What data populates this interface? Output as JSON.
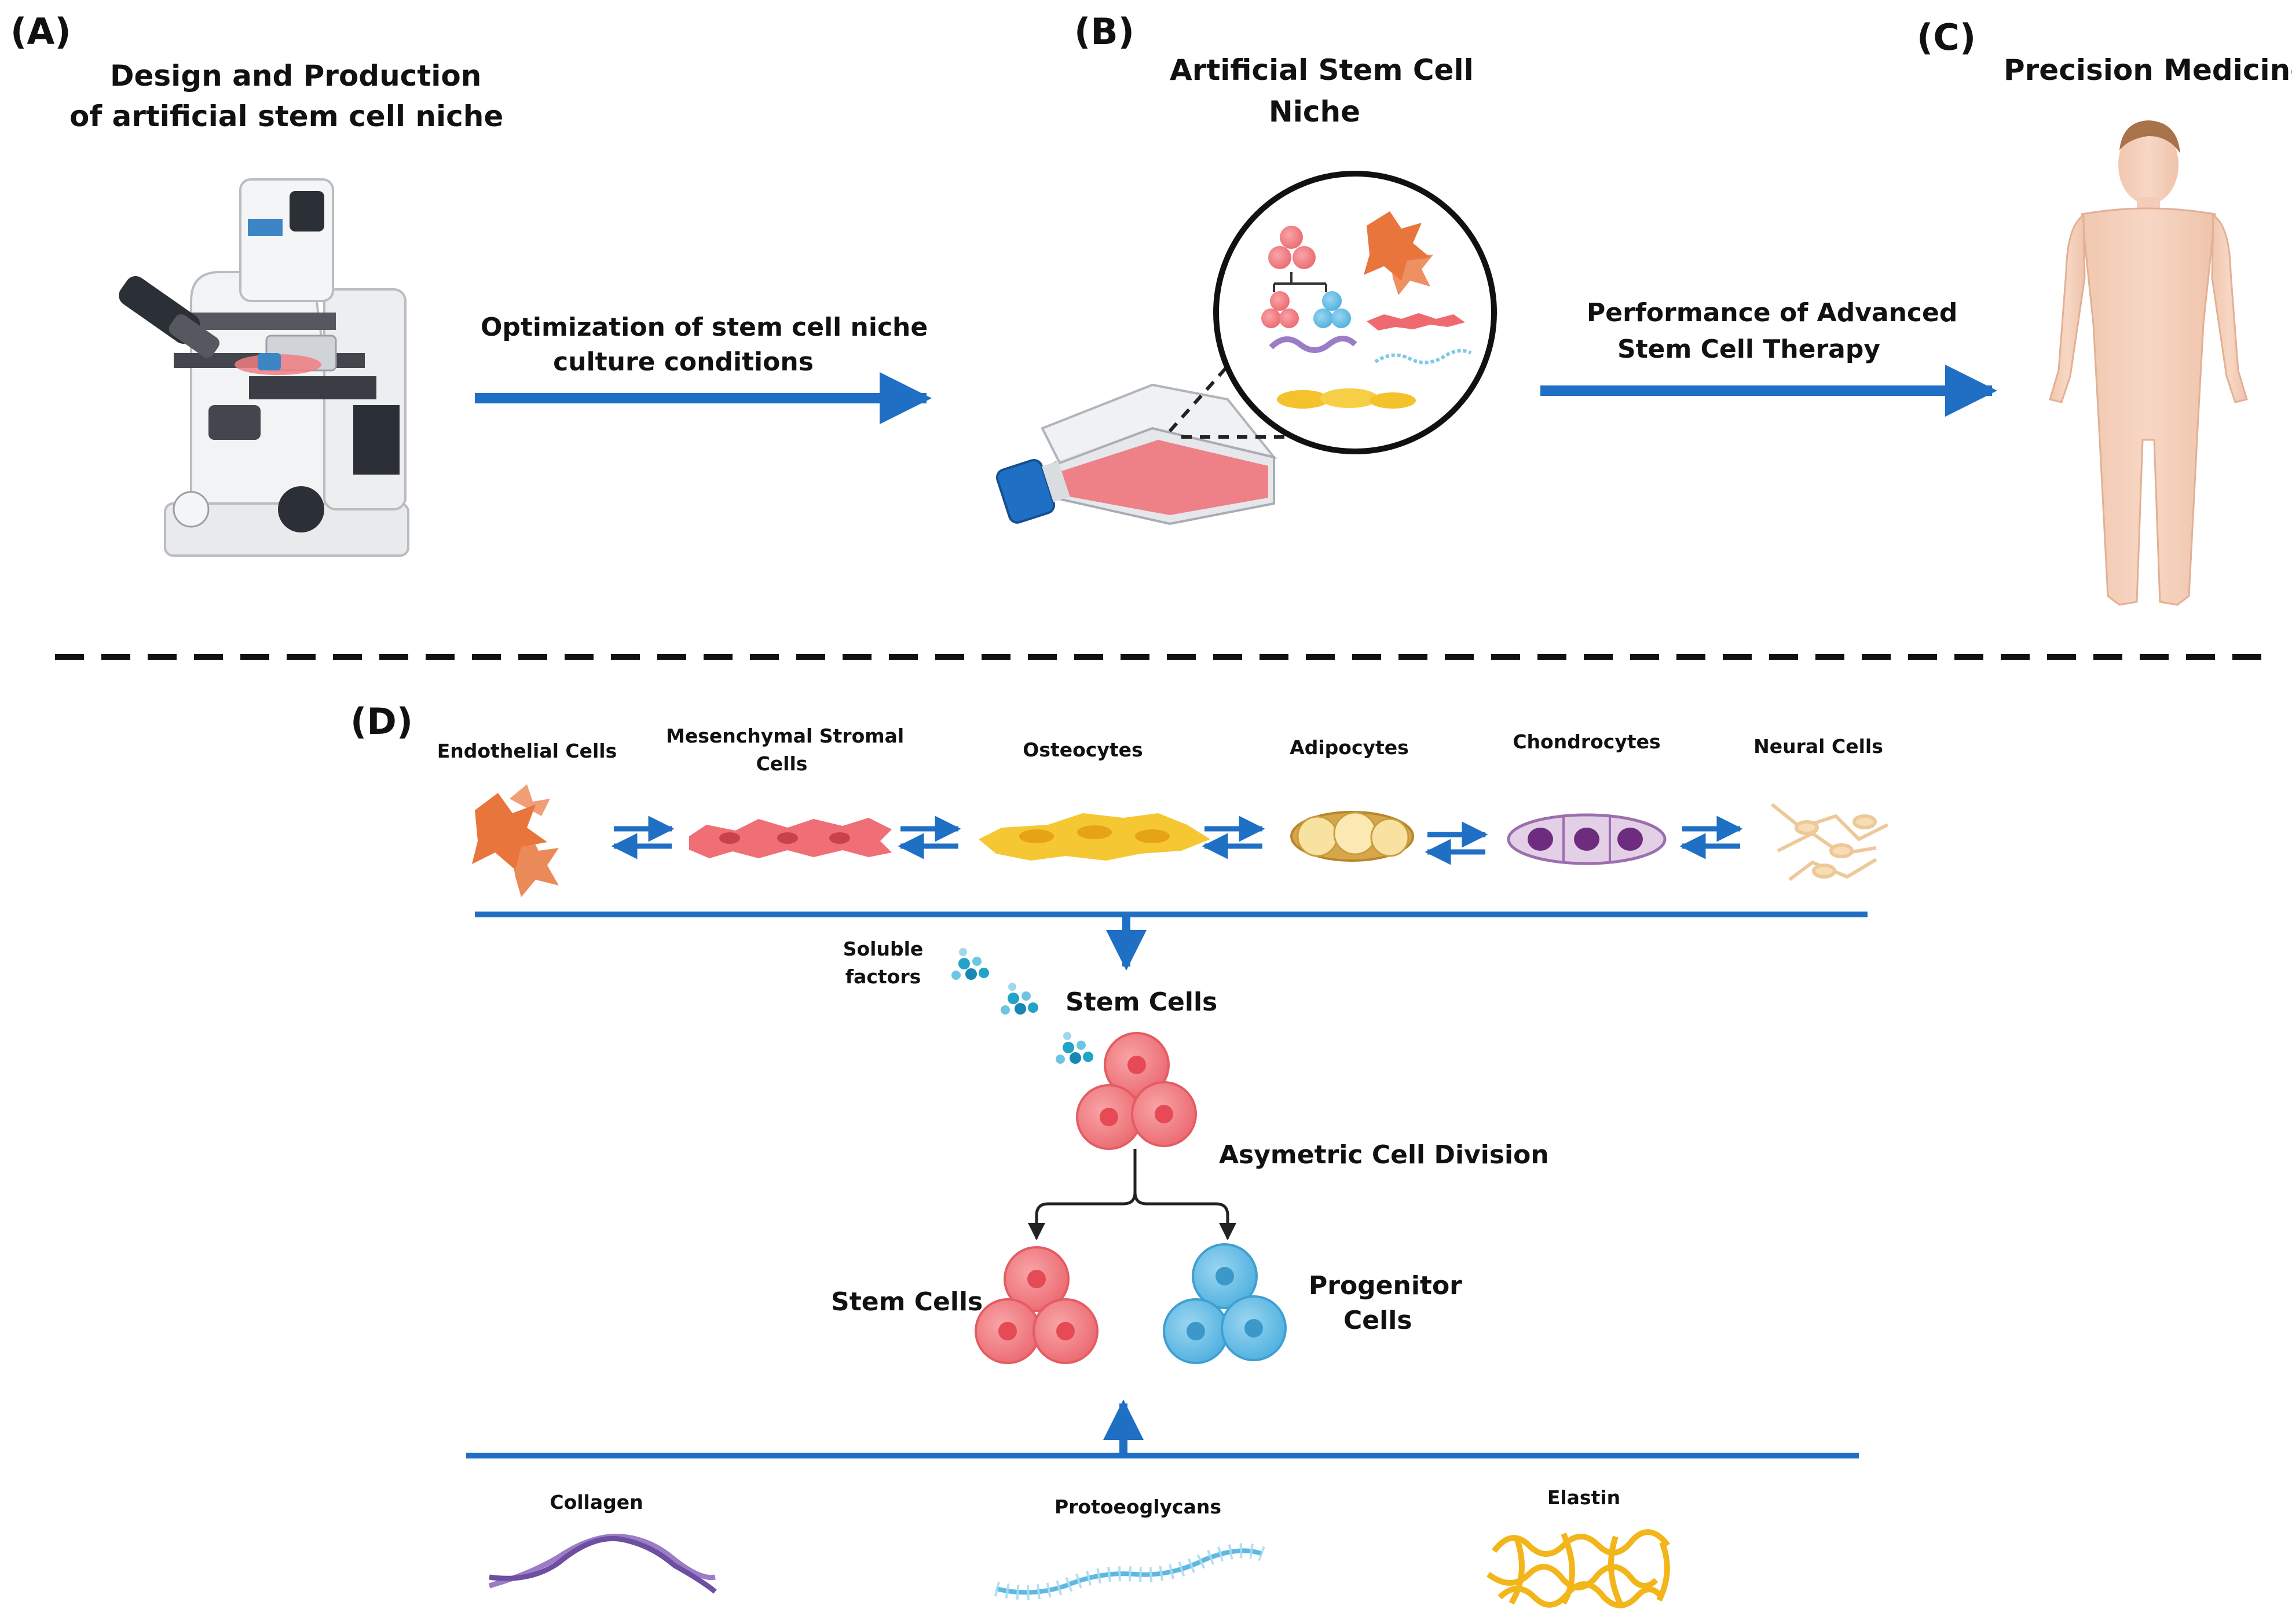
{
  "top": {
    "panel_a": "(A)",
    "panel_b": "(B)",
    "panel_c": "(C)",
    "title_a_line1": "Design and Production",
    "title_a_line2": "of  artificial stem cell niche",
    "title_b_line1": "Artificial  Stem Cell",
    "title_b_line2": "Niche",
    "title_c": "Precision Medicine",
    "arrow1_line1": "Optimization of stem cell niche",
    "arrow1_line2": "culture conditions",
    "arrow2_line1": "Performance of Advanced",
    "arrow2_line2": "Stem Cell  Therapy"
  },
  "bottom": {
    "panel_d": "(D)",
    "cells": {
      "endothelial": "Endothelial Cells",
      "msc_line1": "Mesenchymal Stromal",
      "msc_line2": "Cells",
      "osteocytes": "Osteocytes",
      "adipocytes": "Adipocytes",
      "chondrocytes": "Chondrocytes",
      "neural": "Neural Cells"
    },
    "soluble_line1": "Soluble",
    "soluble_line2": "factors",
    "stem_cells_top": "Stem Cells",
    "asymmetric": "Asymetric Cell Division",
    "stem_cells_left": "Stem Cells",
    "progenitor_line1": "Progenitor",
    "progenitor_line2": "Cells",
    "ecm": {
      "collagen": "Collagen",
      "proteoglycans": "Protoeoglycans",
      "elastin": "Elastin"
    }
  },
  "colors": {
    "arrow_blue": "#1f6fc5",
    "stem_red": "#f07d82",
    "progenitor_blue": "#6cc0e6",
    "black": "#111111"
  }
}
